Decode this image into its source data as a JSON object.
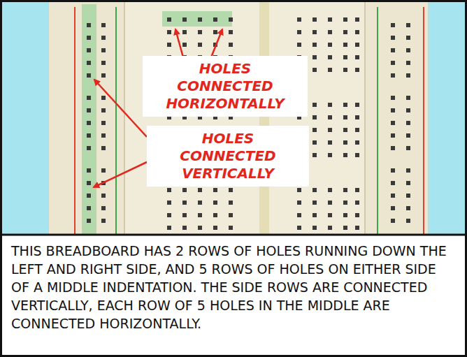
{
  "diagram": {
    "caption": "THIS BREADBOARD HAS 2 ROWS OF HOLES RUNNING DOWN THE LEFT AND RIGHT SIDE, AND 5 ROWS OF HOLES ON EITHER SIDE OF A MIDDLE INDENTATION. THE SIDE ROWS ARE CONNECTED VERTICALLY, EACH ROW OF 5 HOLES IN THE MIDDLE ARE CONNECTED HORIZONTALLY.",
    "nodes": [
      {
        "text": [
          "HOLES CONNECTED HORIZONTALLY"
        ]
      },
      {
        "text": [
          "HOLES CONNECTED VERTICALLY"
        ]
      }
    ]
  }
}
